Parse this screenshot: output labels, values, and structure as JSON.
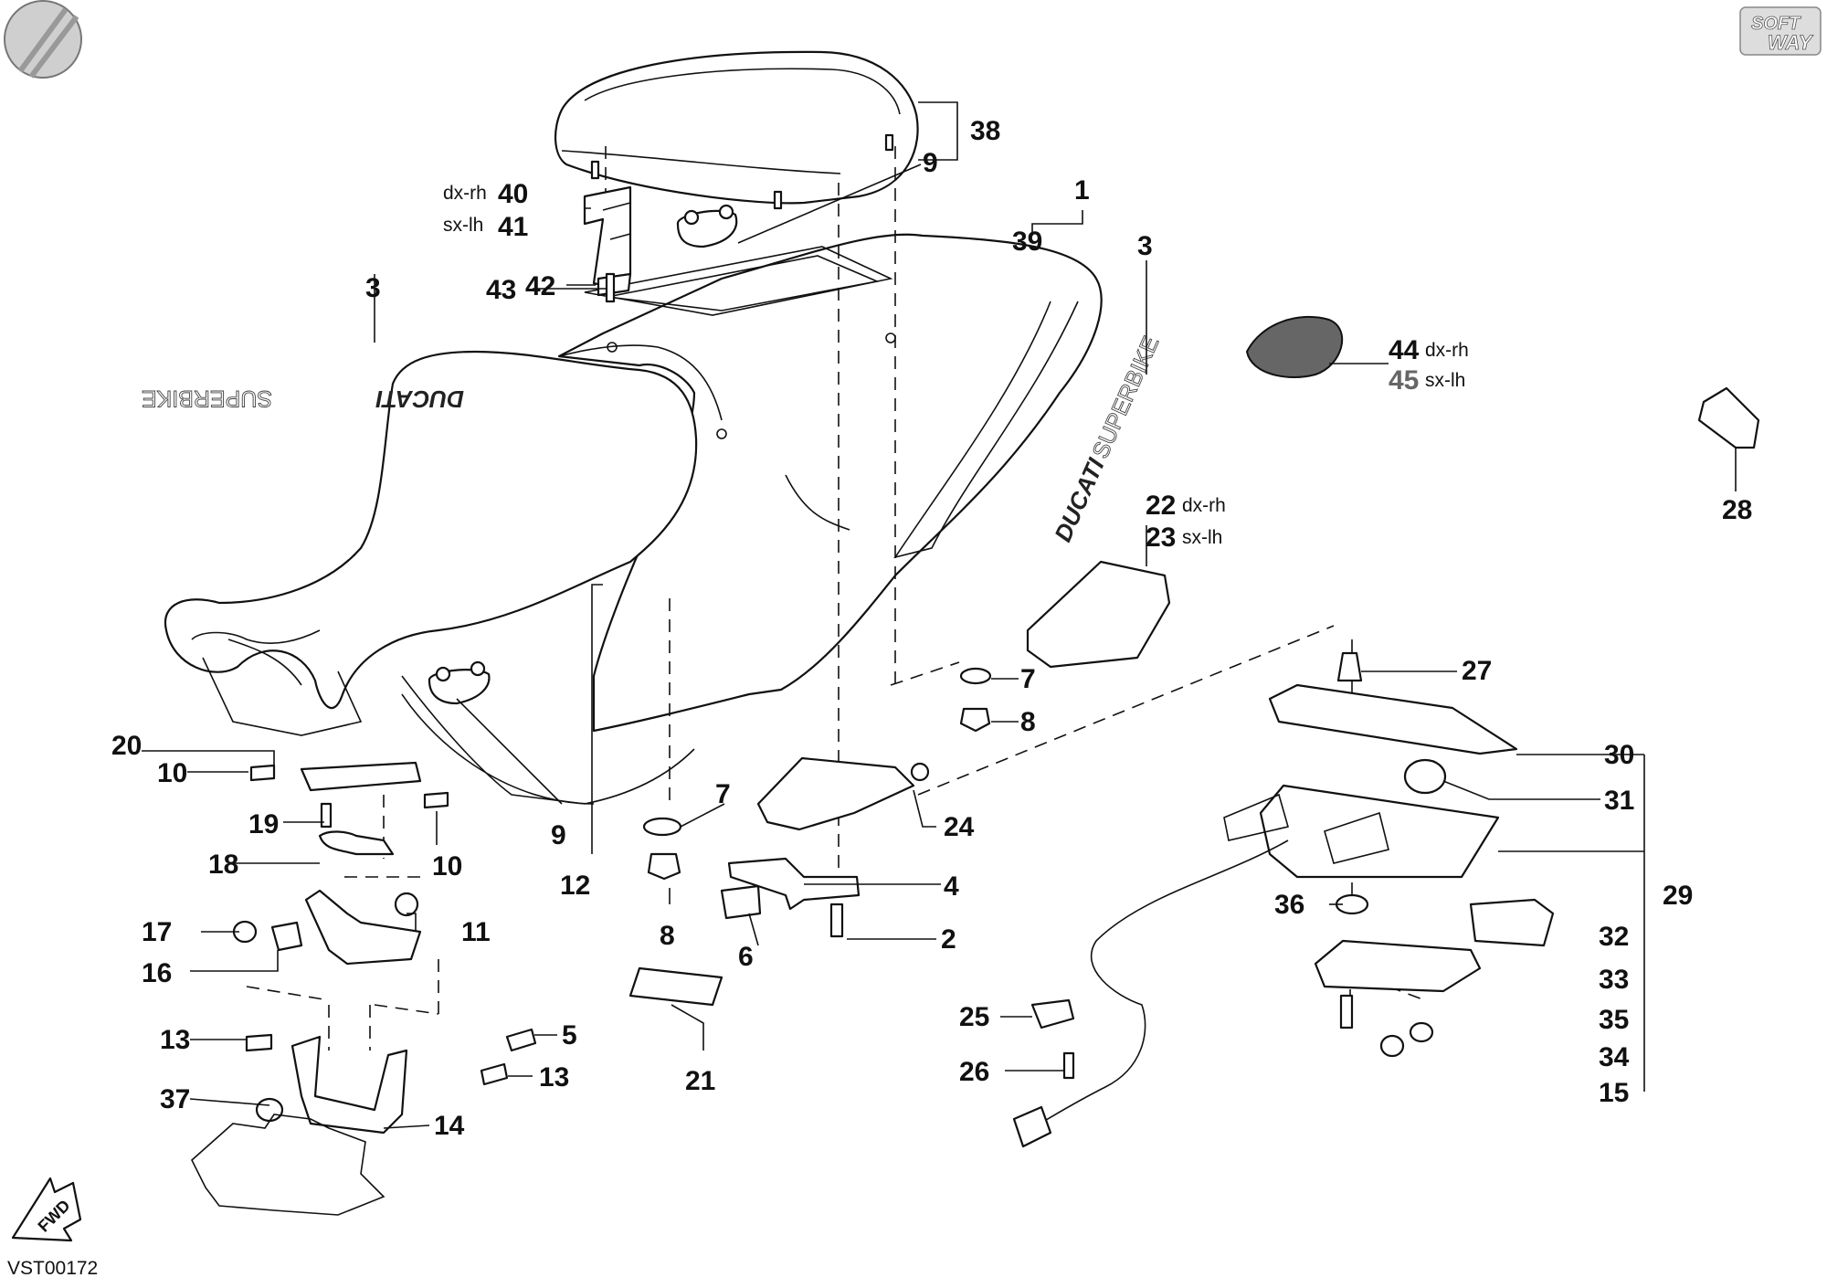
{
  "drawing_code": "VST00172",
  "fwd_arrow_label": "FWD",
  "logo": {
    "line1": "SOFT",
    "line2": "WAY"
  },
  "brand_decals": [
    {
      "ducati": "DUCATI",
      "superbike": "SUPERBIKE"
    },
    {
      "ducati": "DUCATI",
      "superbike": "SUPERBIKE"
    }
  ],
  "callouts": [
    {
      "id": "c38",
      "num": "38"
    },
    {
      "id": "c9a",
      "num": "9"
    },
    {
      "id": "c40",
      "num": "40",
      "prefix": "dx-rh"
    },
    {
      "id": "c41",
      "num": "41",
      "prefix": "sx-lh"
    },
    {
      "id": "c42",
      "num": "42"
    },
    {
      "id": "c43",
      "num": "43"
    },
    {
      "id": "c3a",
      "num": "3"
    },
    {
      "id": "c1",
      "num": "1"
    },
    {
      "id": "c39",
      "num": "39"
    },
    {
      "id": "c3b",
      "num": "3"
    },
    {
      "id": "c44",
      "num": "44",
      "suffix": "dx-rh"
    },
    {
      "id": "c45",
      "num": "45",
      "suffix": "sx-lh"
    },
    {
      "id": "c28",
      "num": "28"
    },
    {
      "id": "c22",
      "num": "22",
      "suffix": "dx-rh"
    },
    {
      "id": "c23",
      "num": "23",
      "suffix": "sx-lh"
    },
    {
      "id": "c27",
      "num": "27"
    },
    {
      "id": "c7a",
      "num": "7"
    },
    {
      "id": "c8a",
      "num": "8"
    },
    {
      "id": "c30",
      "num": "30"
    },
    {
      "id": "c31",
      "num": "31"
    },
    {
      "id": "c29",
      "num": "29"
    },
    {
      "id": "c20",
      "num": "20"
    },
    {
      "id": "c10a",
      "num": "10"
    },
    {
      "id": "c19",
      "num": "19"
    },
    {
      "id": "c10b",
      "num": "10"
    },
    {
      "id": "c9b",
      "num": "9"
    },
    {
      "id": "c12",
      "num": "12"
    },
    {
      "id": "c7b",
      "num": "7"
    },
    {
      "id": "c24",
      "num": "24"
    },
    {
      "id": "c18",
      "num": "18"
    },
    {
      "id": "c4",
      "num": "4"
    },
    {
      "id": "c36",
      "num": "36"
    },
    {
      "id": "c17",
      "num": "17"
    },
    {
      "id": "c11",
      "num": "11"
    },
    {
      "id": "c8b",
      "num": "8"
    },
    {
      "id": "c2",
      "num": "2"
    },
    {
      "id": "c32",
      "num": "32"
    },
    {
      "id": "c16",
      "num": "16"
    },
    {
      "id": "c6",
      "num": "6"
    },
    {
      "id": "c33",
      "num": "33"
    },
    {
      "id": "c25",
      "num": "25"
    },
    {
      "id": "c35",
      "num": "35"
    },
    {
      "id": "c13a",
      "num": "13"
    },
    {
      "id": "c5",
      "num": "5"
    },
    {
      "id": "c34",
      "num": "34"
    },
    {
      "id": "c26",
      "num": "26"
    },
    {
      "id": "c13b",
      "num": "13"
    },
    {
      "id": "c21",
      "num": "21"
    },
    {
      "id": "c15",
      "num": "15"
    },
    {
      "id": "c37",
      "num": "37"
    },
    {
      "id": "c14",
      "num": "14"
    }
  ]
}
